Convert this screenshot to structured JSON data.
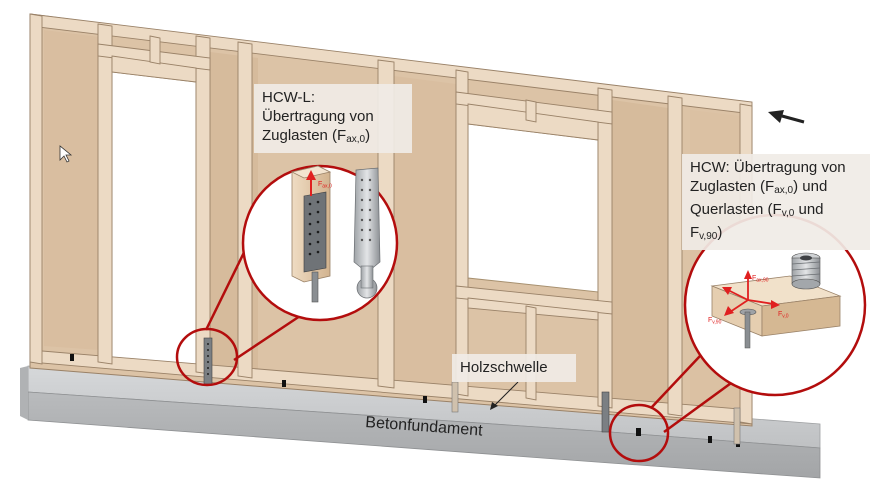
{
  "labels": {
    "hcw_l": {
      "title": "HCW-L:",
      "line2": "Übertragung von",
      "line3_text": "Zuglasten (F",
      "line3_sub": "ax,0",
      "line3_end": ")"
    },
    "hcw": {
      "l1": "HCW: Übertragung von",
      "l2_text": "Zuglasten (F",
      "l2_sub": "ax,0",
      "l2_end": ") und",
      "l3_text": "Querlasten (F",
      "l3_sub": "v,0",
      "l3_end": " und",
      "l4_text": "F",
      "l4_sub": "v,90",
      "l4_end": ")"
    },
    "holzschwelle": "Holzschwelle",
    "betonfundament": "Betonfundament"
  },
  "detail_left": {
    "force": "F",
    "force_sub": "ax,0"
  },
  "detail_right": {
    "f_ax": "F",
    "f_ax_sub": "ax,90",
    "f_v0": "F",
    "f_v0_sub": "v,0",
    "f_v90": "F",
    "f_v90_sub": "v,90"
  },
  "colors": {
    "timber": "#e9d6bf",
    "timber_dark": "#d8c0a2",
    "sheathing": "#dcc3a6",
    "concrete": "#c9cbcd",
    "callout": "#b30d0d",
    "force_arrow": "#e02020"
  },
  "icons": {
    "cursor": "mouse-pointer-icon",
    "direction": "arrow-left-icon"
  }
}
